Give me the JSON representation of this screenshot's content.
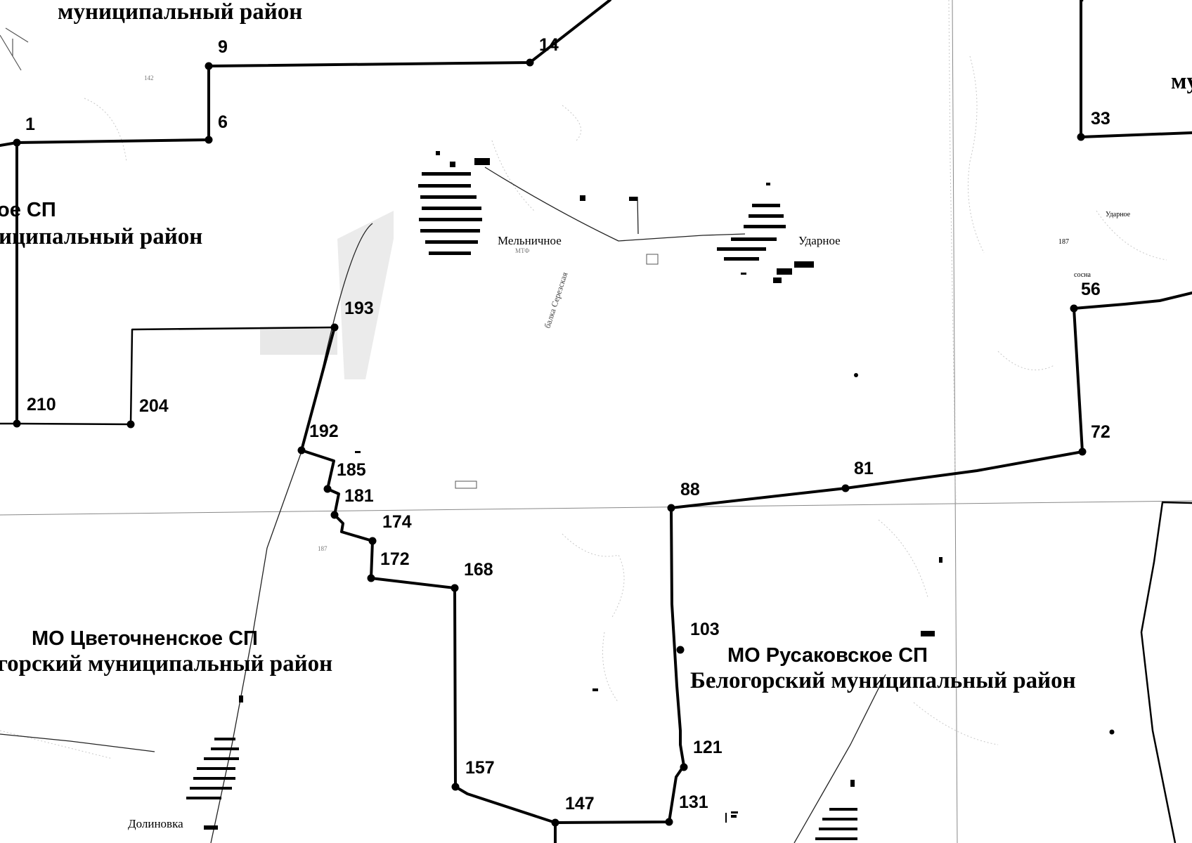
{
  "points": [
    {
      "id": "1",
      "label": "1"
    },
    {
      "id": "6",
      "label": "6"
    },
    {
      "id": "9",
      "label": "9"
    },
    {
      "id": "14",
      "label": "14"
    },
    {
      "id": "33",
      "label": "33"
    },
    {
      "id": "56",
      "label": "56"
    },
    {
      "id": "72",
      "label": "72"
    },
    {
      "id": "81",
      "label": "81"
    },
    {
      "id": "88",
      "label": "88"
    },
    {
      "id": "103",
      "label": "103"
    },
    {
      "id": "121",
      "label": "121"
    },
    {
      "id": "131",
      "label": "131"
    },
    {
      "id": "147",
      "label": "147"
    },
    {
      "id": "157",
      "label": "157"
    },
    {
      "id": "168",
      "label": "168"
    },
    {
      "id": "172",
      "label": "172"
    },
    {
      "id": "174",
      "label": "174"
    },
    {
      "id": "181",
      "label": "181"
    },
    {
      "id": "185",
      "label": "185"
    },
    {
      "id": "192",
      "label": "192"
    },
    {
      "id": "193",
      "label": "193"
    },
    {
      "id": "204",
      "label": "204"
    },
    {
      "id": "210",
      "label": "210"
    }
  ],
  "regions": {
    "top_left": {
      "line1": "муниципальный район"
    },
    "left_mid": {
      "line1": "ое СП",
      "line2": "иципальный район"
    },
    "top_right": {
      "line1": "му"
    },
    "tsvetochnenskoe": {
      "line1": "МО Цветочненское СП",
      "line2": "горский муниципальный район"
    },
    "rusakovskoe": {
      "line1": "МО Русаковское СП",
      "line2": "Белогорский муниципальный район"
    }
  },
  "villages": {
    "melnichnoe": "Мельничное",
    "udarnoe": "Ударное",
    "udarnoe_small": "Ударное",
    "dolinovka": "Долиновка"
  },
  "annotations": {
    "height_142": "142",
    "height_187": "187",
    "height_187b": "187",
    "sosna": "сосна",
    "road_name": "балка Серезская",
    "abbr_mtf": "МТФ"
  }
}
